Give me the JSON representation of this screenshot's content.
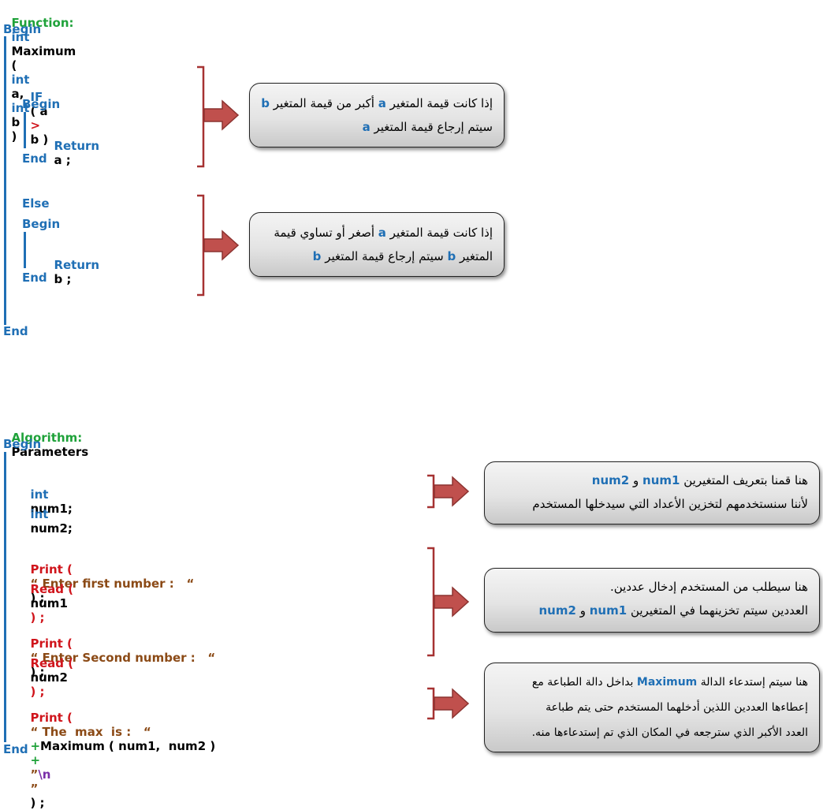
{
  "func": {
    "label": "Function:",
    "int1": "int",
    "name": "Maximum",
    "open": "(",
    "int2": "int",
    "a": "a,",
    "int3": "int",
    "b": "b",
    "close": ")",
    "begin": "Begin",
    "if_kw": "IF",
    "if_open": "( a",
    "gt": ">",
    "if_close": "b )",
    "begin1": "Begin",
    "return1_kw": "Return",
    "return1_val": "a ;",
    "end1": "End",
    "else_kw": "Else",
    "begin2": "Begin",
    "return2_kw": "Return",
    "return2_val": "b ;",
    "end2": "End",
    "end": "End"
  },
  "notes_func": {
    "note1": {
      "l1a": "إذا كانت قيمة المتغير",
      "l1b": "a",
      "l1c": "أكبر من قيمة المتغير",
      "l1d": "b",
      "l2a": "سيتم إرجاع قيمة المتغير",
      "l2b": "a"
    },
    "note2": {
      "l1a": "إذا كانت قيمة المتغير",
      "l1b": "a",
      "l1c": "أصغر أو تساوي قيمة",
      "l2a": "المتغير",
      "l2b": "b",
      "l2c": "سيتم إرجاع قيمة المتغير",
      "l2d": "b"
    }
  },
  "algo": {
    "label": "Algorithm:",
    "name": "Parameters",
    "begin": "Begin",
    "int1": "int",
    "var1": "num1;",
    "int2": "int",
    "var2": "num2;",
    "print1_kw": "Print (",
    "print1_str": "“ Enter first number :   “",
    "print1_end": ") ;",
    "read1_kw": "Read (",
    "read1_var": "num1",
    "read1_end": ") ;",
    "print2_kw": "Print (",
    "print2_str": "“ Enter Second number :   “",
    "print2_end": ") ;",
    "read2_kw": "Read (",
    "read2_var": "num2",
    "read2_end": ") ;",
    "print3_kw": "Print (",
    "print3_str": "“ The  max  is :   “",
    "plus1": "+",
    "call": "Maximum ( num1,  num2 )",
    "plus2": "+",
    "q_open": "”",
    "newline": "\\n",
    "q_close": "”",
    "print3_end": ") ;",
    "end": "End"
  },
  "notes_algo": {
    "note1": {
      "l1a": "هنا قمنا بتعريف المتغيرين",
      "l1b": "num1",
      "l1c": "و",
      "l1d": "num2",
      "l2": "لأننا سنستخدمهم لتخزين الأعداد التي سيدخلها المستخدم"
    },
    "note2": {
      "l1": "هنا سيطلب من المستخدم إدخال عددين.",
      "l2a": "العددين سيتم تخزينهما في المتغيرين",
      "l2b": "num1",
      "l2c": "و",
      "l2d": "num2"
    },
    "note3": {
      "l1a": "هنا سيتم إستدعاء الدالة",
      "l1b": "Maximum",
      "l1c": "بداخل دالة الطباعة مع",
      "l2": "إعطاءها العددين اللذين أدخلهما المستخدم حتى يتم طباعة",
      "l3": "العدد الأكبر الذي سترجعه في المكان الذي تم إستدعاءها منه."
    }
  },
  "colors": {
    "keyword_green": "#1fa23a",
    "keyword_blue": "#1f6fb5",
    "operator_red": "#d0151c",
    "string_brown": "#8b4a16",
    "escape_purple": "#7a2fa8",
    "bracket": "#a63232",
    "arrow_fill": "#c0504d"
  },
  "icons": [
    "bracket-icon",
    "right-arrow-icon"
  ]
}
